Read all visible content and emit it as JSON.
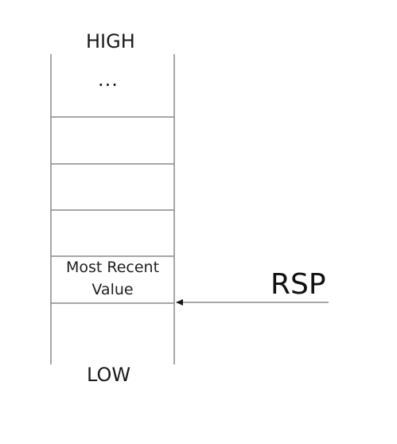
{
  "diagram": {
    "top_label": "HIGH",
    "ellipsis": "...",
    "bottom_label": "LOW",
    "most_recent_cell": {
      "line1": "Most Recent",
      "line2": "Value"
    },
    "pointer_label": "RSP"
  },
  "colors": {
    "line": "#8a8a8a",
    "text": "#1a1a1a",
    "background": "#ffffff"
  }
}
